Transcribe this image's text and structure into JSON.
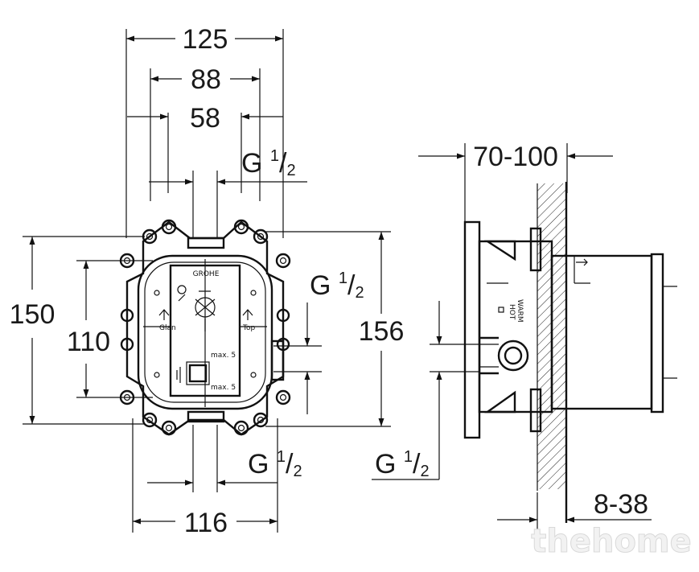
{
  "front_view": {
    "width_outer": "125",
    "width_mid": "88",
    "width_inner": "58",
    "top_connection": {
      "prefix": "G ",
      "num": "1",
      "slash": "/",
      "den": "2"
    },
    "height_outer": "150",
    "height_inner": "110",
    "right_connection": {
      "prefix": "G ",
      "num": "1",
      "slash": "/",
      "den": "2"
    },
    "height_side": "156",
    "bottom_connection": {
      "prefix": "G ",
      "num": "1",
      "slash": "/",
      "den": "2"
    },
    "width_bottom": "116",
    "brand_label": "GROHE",
    "port_left_label": "Glan",
    "port_right_label": "Top",
    "max_label_1": "max. 5",
    "max_label_2": "max. 5"
  },
  "side_view": {
    "depth_range": "70-100",
    "wall_range": "8-38",
    "side_connection": {
      "prefix": "G ",
      "num": "1",
      "slash": "/",
      "den": "2"
    },
    "warm_label": "WARM",
    "hot_label": "HOT"
  },
  "watermark": "thehome",
  "colors": {
    "line": "#111111",
    "watermark": "#d9d9d9",
    "background": "#ffffff"
  }
}
